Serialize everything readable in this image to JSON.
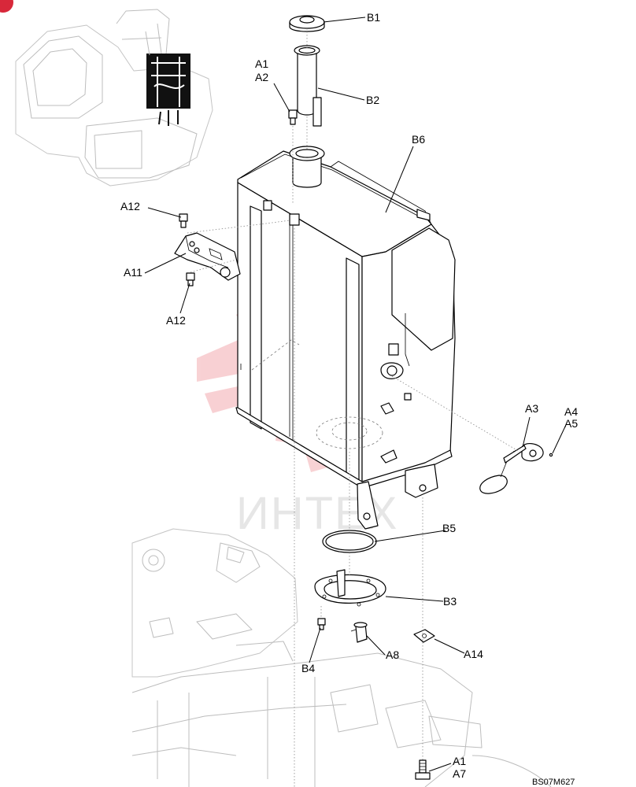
{
  "diagram": {
    "watermark": "ИНТЕХ",
    "drawing_code": "BS07M627",
    "callouts": {
      "b1": "B1",
      "b2": "B2",
      "b3": "B3",
      "b4": "B4",
      "b5": "B5",
      "b6": "B6",
      "a1_top": "A1",
      "a2": "A2",
      "a3": "A3",
      "a4": "A4",
      "a5": "A5",
      "a7": "A7",
      "a8": "A8",
      "a11": "A11",
      "a12_top": "A12",
      "a12_bottom": "A12",
      "a14": "A14",
      "a1_bottom": "A1"
    }
  }
}
